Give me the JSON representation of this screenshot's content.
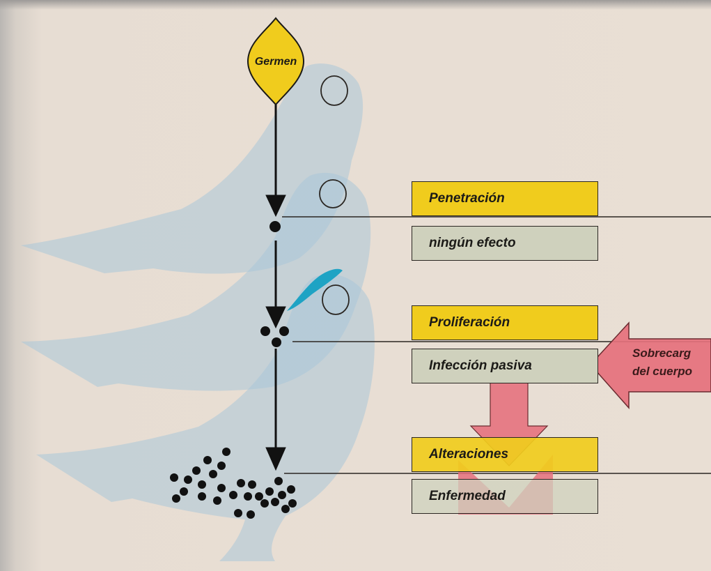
{
  "diagram": {
    "source_label": "Germen",
    "stages": [
      {
        "stage": "Penetración",
        "effect": "ningún efecto"
      },
      {
        "stage": "Proliferación",
        "effect": "Infección pasiva"
      },
      {
        "stage": "Alteraciones",
        "effect": "Enfermedad"
      }
    ],
    "external_factor": {
      "line1": "Sobrecarg",
      "line2": "del cuerpo"
    }
  },
  "colors": {
    "background": "#e9dfd4",
    "pigeon_silhouette": "#a9c6d9",
    "stage_box": "#f0cc1d",
    "effect_box": "#cfd1bd",
    "arrow_pink": "#e5707c",
    "accent_blue": "#1ea3c4",
    "ink": "#1b1a17"
  }
}
